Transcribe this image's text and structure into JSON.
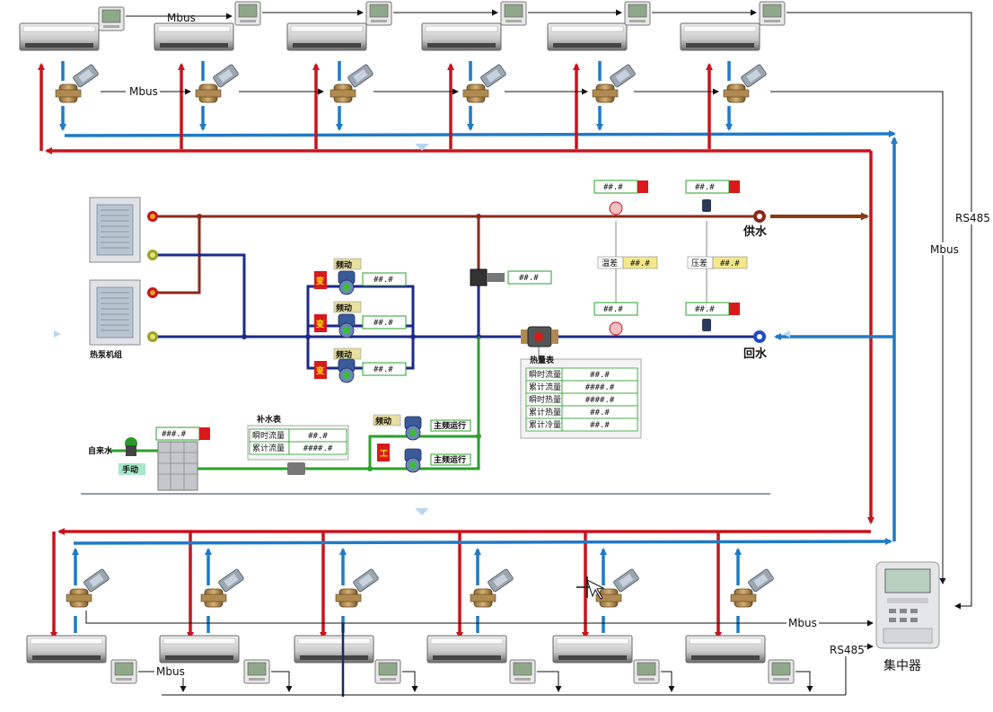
{
  "labels": {
    "mbus": "Mbus",
    "rs485": "RS485",
    "collector": "集中器",
    "heat_pump": "热泵机组",
    "supply": "供水",
    "return": "回水",
    "tap_water": "自来水",
    "manual": "手动",
    "makeup_meter": "补水表",
    "heat_meter": "热量表",
    "pump_freq": "频动",
    "vfd": "变",
    "work": "工",
    "run": "主频运行",
    "temp_diff": "温差",
    "press_diff": "压差"
  },
  "makeup_rows": [
    {
      "name": "瞬时流量",
      "value": "##.#"
    },
    {
      "name": "累计流量",
      "value": "####.#"
    }
  ],
  "heat_rows": [
    {
      "name": "瞬时流量",
      "value": "##.#"
    },
    {
      "name": "累计流量",
      "value": "####.#"
    },
    {
      "name": "瞬时热量",
      "value": "####.#"
    },
    {
      "name": "累计热量",
      "value": "##.#"
    },
    {
      "name": "累计冷量",
      "value": "##.#"
    }
  ],
  "readouts": {
    "v1": "##.#",
    "v2": "###.#"
  },
  "colors": {
    "supply_red": "#c8141e",
    "return_blue": "#1f7ac8",
    "main_supply": "#8b2a1c",
    "main_return": "#1b2a8a",
    "makeup_green": "#2aa02a",
    "signal_black": "#111111"
  }
}
